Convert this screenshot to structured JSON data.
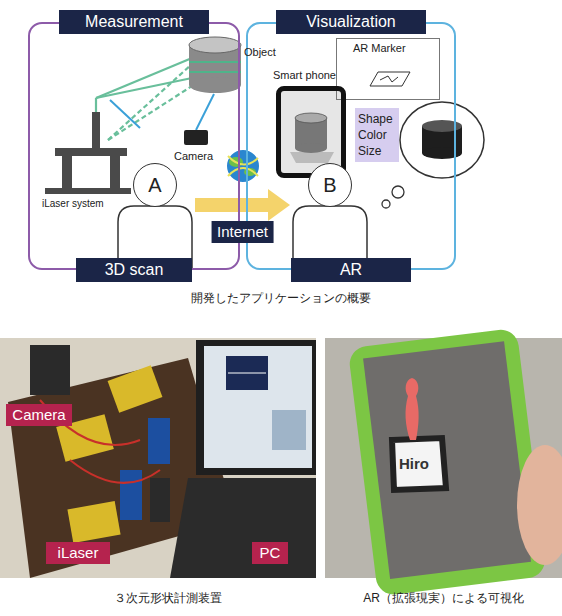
{
  "diagram": {
    "caption": "開発したアプリケーションの概要",
    "nodes": [
      {
        "text": [
          "Measurement",
          "3D scan"
        ]
      },
      {
        "text": [
          "A"
        ],
        "in": 0
      },
      {
        "text": [
          "Visualization",
          "AR"
        ]
      },
      {
        "text": [
          "AR Marker"
        ],
        "in": 2
      },
      {
        "text": [
          "Smart phone"
        ],
        "in": 2
      },
      {
        "text": [
          "Shape Color Size"
        ],
        "in": 2
      },
      {
        "text": [
          "B"
        ],
        "in": 2
      },
      {
        "text": [
          "Camera"
        ]
      },
      {
        "text": [
          "iLaser"
        ]
      },
      {
        "text": [
          "PC"
        ]
      }
    ],
    "edges": [
      {
        "from": 1,
        "to": 6,
        "arrow": "to",
        "label": "Internet"
      }
    ],
    "labels": [
      "Object",
      "Camera",
      "iLaser system",
      "Hiro",
      "３次元形状計測装置",
      "AR（拡張現実）による可視化"
    ]
  }
}
